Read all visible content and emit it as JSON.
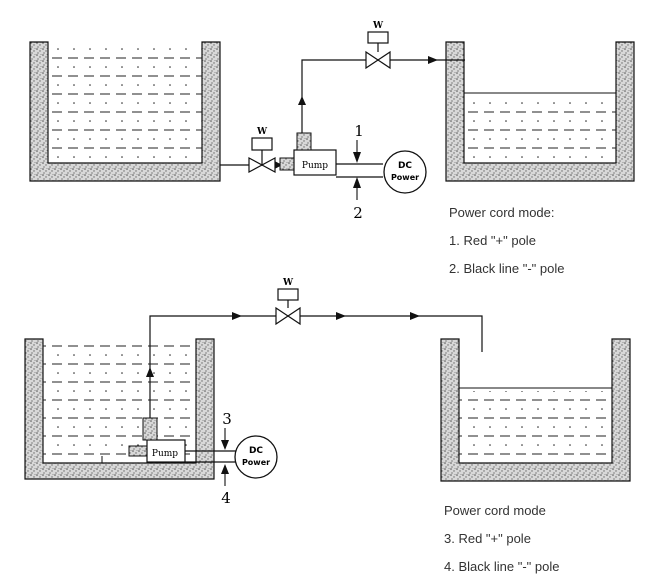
{
  "top": {
    "valve_left_label": "W",
    "valve_top_label": "W",
    "pump_label": "Pump",
    "power_line1": "DC",
    "power_line2": "Power",
    "marker_1": "1",
    "marker_2": "2",
    "notes": {
      "heading": "Power cord mode:",
      "line1": "1. Red \"+\" pole",
      "line2": "2. Black line \"-\" pole"
    }
  },
  "bottom": {
    "valve_label": "W",
    "pump_label": "Pump",
    "power_line1": "DC",
    "power_line2": "Power",
    "marker_3": "3",
    "marker_4": "4",
    "notes": {
      "heading": "Power cord mode",
      "line1": "3. Red \"+\" pole",
      "line2": "4. Black line \"-\" pole"
    }
  },
  "colors": {
    "line": "#111111",
    "speckle_fill": "#b0b0b0",
    "text": "#333333"
  }
}
